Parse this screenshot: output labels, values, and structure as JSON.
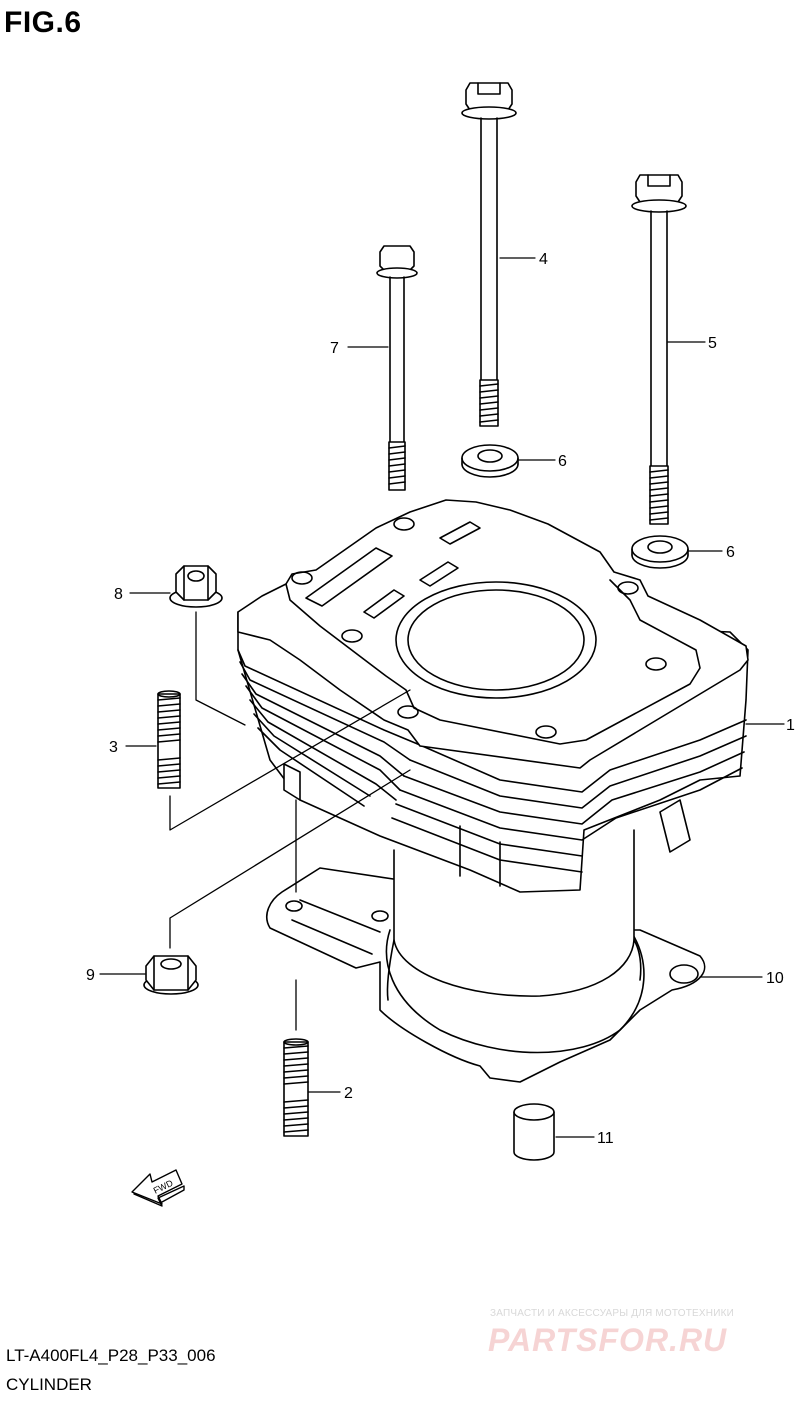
{
  "figure": {
    "title": "FIG.6",
    "code": "LT-A400FL4_P28_P33_006",
    "name": "CYLINDER"
  },
  "callouts": [
    {
      "id": "1",
      "text": "1"
    },
    {
      "id": "2",
      "text": "2"
    },
    {
      "id": "3",
      "text": "3"
    },
    {
      "id": "4",
      "text": "4"
    },
    {
      "id": "5",
      "text": "5"
    },
    {
      "id": "6a",
      "text": "6"
    },
    {
      "id": "6b",
      "text": "6"
    },
    {
      "id": "7",
      "text": "7"
    },
    {
      "id": "8",
      "text": "8"
    },
    {
      "id": "9",
      "text": "9"
    },
    {
      "id": "10",
      "text": "10"
    },
    {
      "id": "11",
      "text": "11"
    }
  ],
  "fwd_arrow": {
    "text": "FWD",
    "icon": "fwd-arrow-icon"
  },
  "watermark": {
    "subtitle": "ЗАПЧАСТИ И АКСЕССУАРЫ ДЛЯ МОТОТЕХНИКИ",
    "logo": "PARTSFOR.RU",
    "color": "#f6d4d4"
  }
}
